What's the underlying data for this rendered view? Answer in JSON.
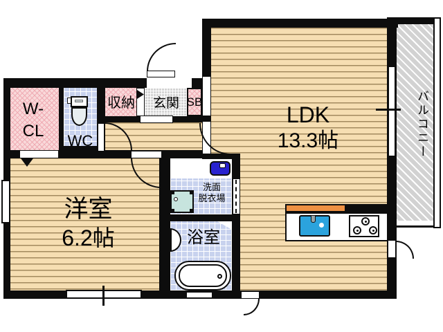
{
  "rooms": {
    "ldk": {
      "name": "LDK",
      "area": "13.3帖"
    },
    "western_room": {
      "name": "洋室",
      "area": "6.2帖"
    },
    "walk_in_closet": {
      "line1": "W-",
      "line2": "CL"
    },
    "toilet": {
      "name": "WC"
    },
    "storage": {
      "name": "収納"
    },
    "entrance": {
      "name": "玄関"
    },
    "shoe_box": {
      "name": "SB"
    },
    "washroom": {
      "line1": "洗面",
      "line2": "脱衣場"
    },
    "bathroom": {
      "name": "浴室"
    },
    "balcony": {
      "name": "バルコニー"
    }
  },
  "colors": {
    "wall": "#0d0d0d",
    "wood": "#f6deb2",
    "wood_line": "#a2895e",
    "pink": "#f9d9da",
    "pink_line": "#efabb3",
    "tile": "#c8d2ee",
    "tile_line": "#ffffff",
    "entrance_gray": "#d4d4d4",
    "balcony_gray": "#d2d2d2",
    "sink_blue": "#2ba3dd",
    "counter_orange": "#ef9143",
    "washer_blue": "#2822cf",
    "basin_teal": "#c7e4de"
  }
}
